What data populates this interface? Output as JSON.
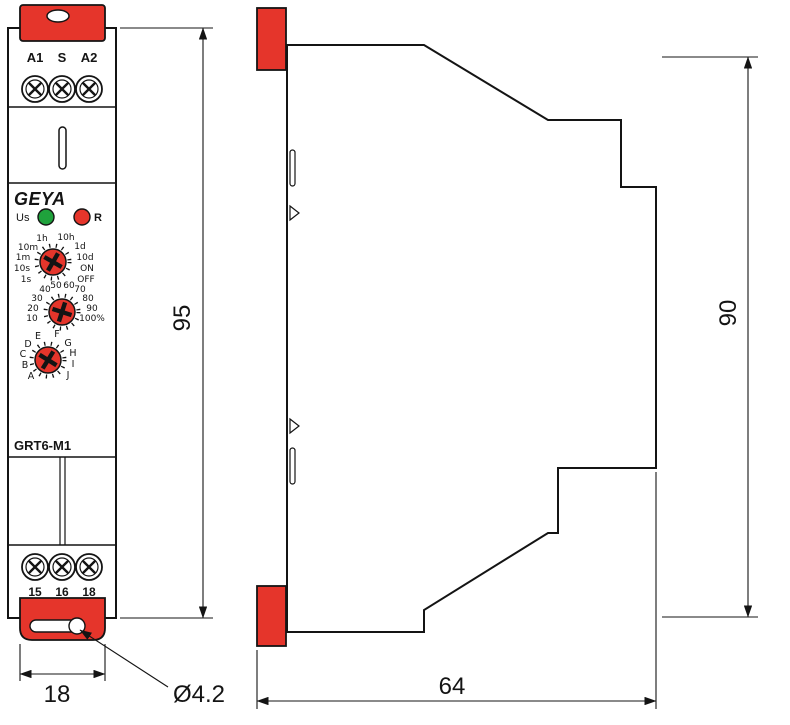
{
  "colors": {
    "red": "#e5352b",
    "green": "#1fa23c",
    "line": "#141414"
  },
  "front": {
    "brand": "GEYA",
    "model": "GRT6-M1",
    "terminals_top": [
      "A1",
      "S",
      "A2"
    ],
    "terminals_bottom": [
      "15",
      "16",
      "18"
    ],
    "led_left_label": "Us",
    "led_right_label": "R",
    "dial_time_range": {
      "top": [
        "1h",
        "10h"
      ],
      "left": [
        "10m",
        "1m",
        "10s",
        "1s"
      ],
      "right": [
        "1d",
        "10d",
        "ON",
        "OFF"
      ]
    },
    "dial_percent": {
      "top": [
        "40",
        "50",
        "60",
        "70"
      ],
      "left": [
        "30",
        "20",
        "10"
      ],
      "right": [
        "80",
        "90",
        "100%"
      ]
    },
    "dial_function": {
      "top": [
        "E",
        "F"
      ],
      "left": [
        "D",
        "C",
        "B",
        "A"
      ],
      "right": [
        "G",
        "H",
        "I",
        "J"
      ]
    }
  },
  "dimensions": {
    "front_height": "95",
    "side_height": "90",
    "depth": "64",
    "width": "18",
    "hole": "Ø4.2"
  }
}
